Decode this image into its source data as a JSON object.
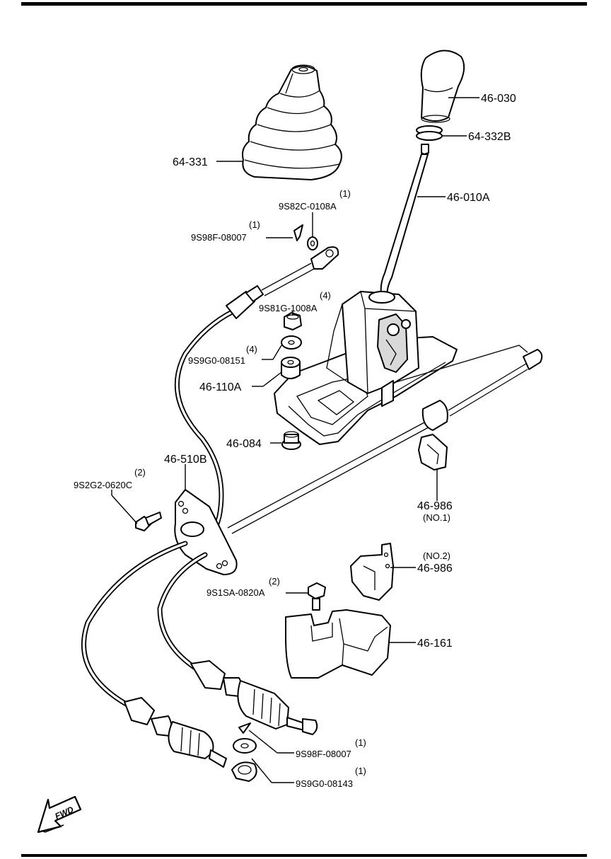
{
  "labels": {
    "p46_030": "46-030",
    "p64_332b": "64-332B",
    "p64_331": "64-331",
    "p46_010a": "46-010A",
    "p9s82c_qty": "(1)",
    "p9s82c": "9S82C-0108A",
    "p9s98f_top_qty": "(1)",
    "p9s98f_top": "9S98F-08007",
    "p9s81g_qty": "(4)",
    "p9s81g": "9S81G-1008A",
    "p9s9g0_08151_qty": "(4)",
    "p9s9g0_08151": "9S9G0-08151",
    "p46_110a": "46-110A",
    "p46_084": "46-084",
    "p46_510b": "46-510B",
    "p9s2g2_qty": "(2)",
    "p9s2g2": "9S2G2-0620C",
    "p46_986_no1": "46-986",
    "p46_986_no1_note": "(NO.1)",
    "p46_986_no2_note": "(NO.2)",
    "p46_986_no2": "46-986",
    "p9s1sa_qty": "(2)",
    "p9s1sa": "9S1SA-0820A",
    "p46_161": "46-161",
    "p9s98f_bot_qty": "(1)",
    "p9s98f_bot": "9S98F-08007",
    "p9s9g0_08143_qty": "(1)",
    "p9s9g0_08143": "9S9G0-08143",
    "fwd": "FWD"
  },
  "colors": {
    "line": "#000000",
    "background": "#ffffff",
    "shade": "#d9d9d9"
  }
}
